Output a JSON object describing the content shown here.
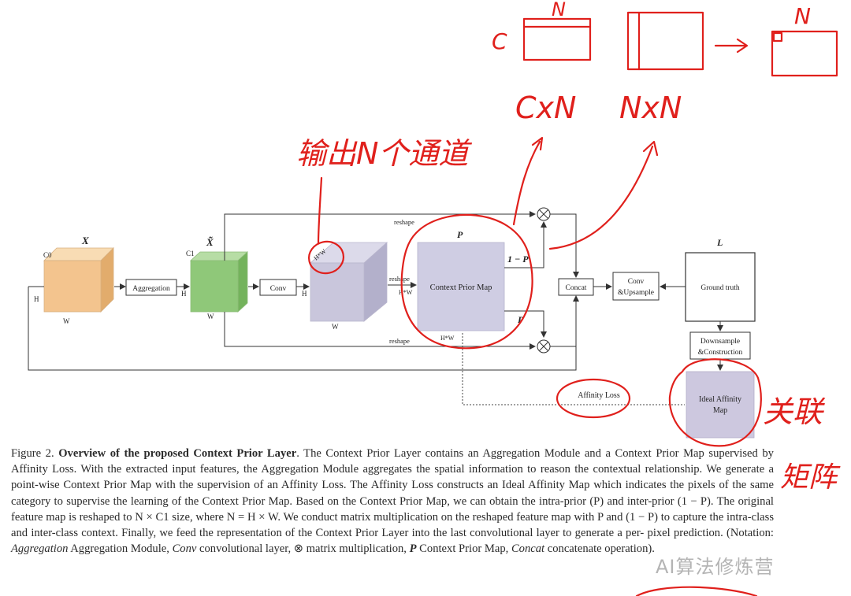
{
  "figure": {
    "labels": {
      "x": "X",
      "c0": "C0",
      "h": "H",
      "w": "W",
      "x_tilde": "X̃",
      "c1": "C1",
      "aggregation": "Aggregation",
      "conv": "Conv",
      "hw": "H*W",
      "reshape_top": "reshape",
      "reshape_mid": "reshape",
      "reshape_bottom": "reshape",
      "p_top": "P",
      "context_prior_map": "Context Prior Map",
      "one_minus_p": "1 − P",
      "p_right": "P",
      "concat": "Concat",
      "conv_upsample_1": "Conv",
      "conv_upsample_2": "&Upsample",
      "l": "L",
      "ground_truth": "Ground truth",
      "down_1": "Downsample",
      "down_2": "&Construction",
      "ideal_1": "Ideal Affinity",
      "ideal_2": "Map",
      "affinity_loss": "Affinity Loss",
      "otimes": "⊗"
    },
    "handwritten": {
      "output_channels": "输出N个通道",
      "n1": "N",
      "c1": "C",
      "cxn": "CxN",
      "nxn": "NxN",
      "n3": "N",
      "relation_matrix": "关联矩阵"
    }
  },
  "caption": {
    "label": "Figure 2.",
    "bold_title": "Overview of the proposed Context Prior Layer",
    "line1_rest": ". The Context Prior Layer contains an Aggregation Module and a Context",
    "line2": "Prior Map supervised by Affinity Loss. With the extracted input features, the Aggregation Module aggregates the spatial information to",
    "line3": "reason the contextual relationship. We generate a point-wise Context Prior Map with the supervision of an Affinity Loss. The Affinity Loss",
    "line4": "constructs an Ideal Affinity Map which indicates the pixels of the same category to supervise the learning of the Context Prior Map. Based",
    "line5": "on the Context Prior Map, we can obtain the intra-prior (P) and inter-prior (1 − P). The original feature map is reshaped to N × C1",
    "line6": "size, where N = H × W. We conduct matrix multiplication on the reshaped feature map with P and (1 − P) to capture the intra-class",
    "line7": "and inter-class context. Finally, we feed the representation of the Context Prior Layer into the last convolutional layer to generate a per-",
    "line8_a": "pixel prediction. (Notation: ",
    "line8_agg": "Aggregation",
    "line8_b": " Aggregation Module, ",
    "line8_conv": "Conv",
    "line8_c": " convolutional layer, ⊗ matrix multiplication, ",
    "line8_p": "P",
    "line8_d": " Context Prior Map,",
    "line9_concat": "Concat",
    "line9_rest": " concatenate operation)."
  },
  "watermark": "AI算法修炼营",
  "colors": {
    "red_ink": "#e0201c",
    "x_cube": "#f3c48e",
    "x_tilde_cube": "#8fc879",
    "conv_cube": "#c9c6dc",
    "cpm_box": "#cfcde3",
    "ideal_box": "#cdc8df"
  }
}
